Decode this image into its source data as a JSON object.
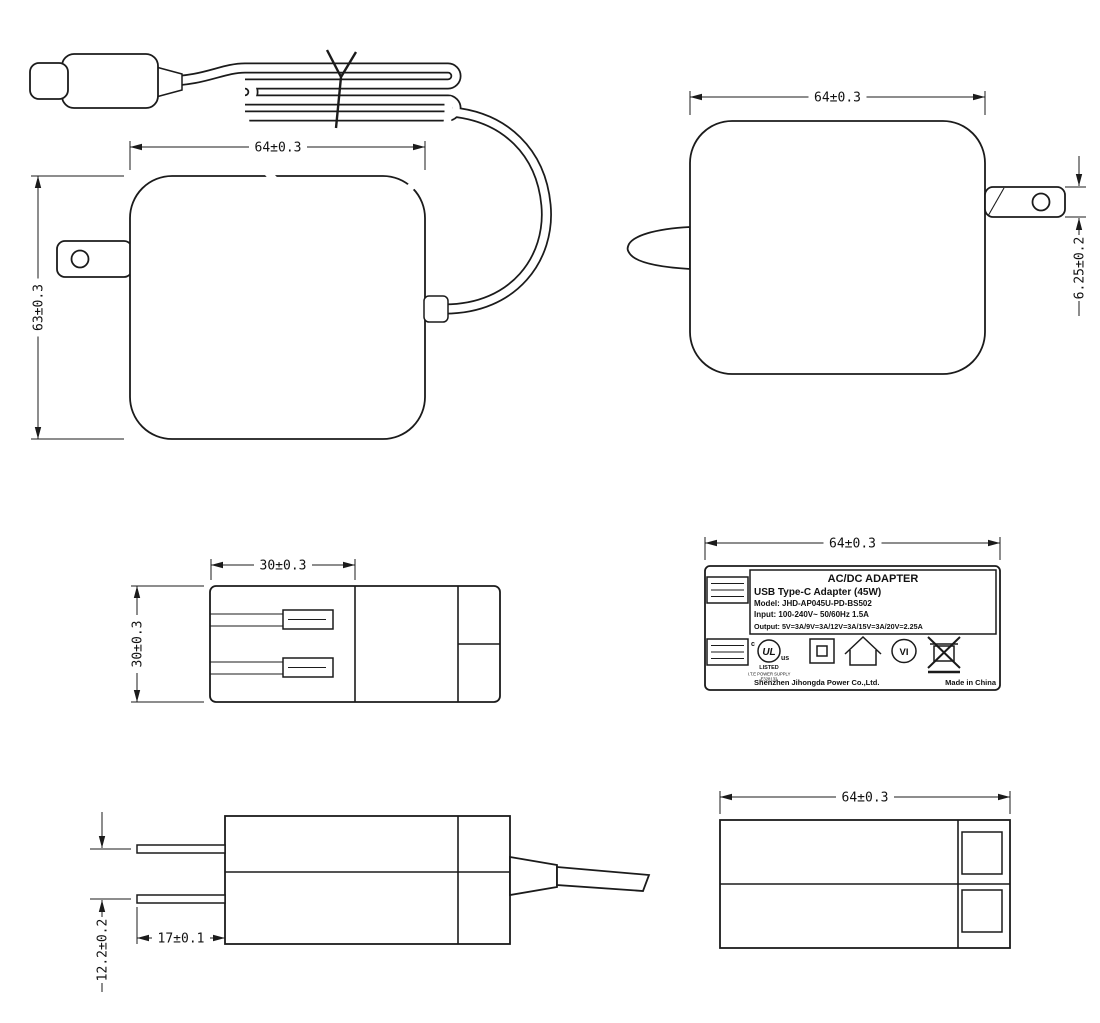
{
  "drawing": {
    "dimensions": {
      "front_width": "64±0.3",
      "front_height": "63±0.3",
      "rear_width": "64±0.3",
      "rear_pin_thickness": "6.25±0.2",
      "top_width": "30±0.3",
      "top_depth": "30±0.3",
      "label_width": "64±0.3",
      "pin_spacing": "12.2±0.2",
      "pin_length": "17±0.1",
      "bottom_width": "64±0.3"
    },
    "label": {
      "line1": "AC/DC ADAPTER",
      "line2": "USB Type-C Adapter (45W)",
      "line3": "Model: JHD-AP045U-PD-BS502",
      "line4": "Input: 100-240V~ 50/60Hz 1.5A",
      "line5": "Output: 5V=3A/9V=3A/12V=3A/15V=3A/20V=2.25A",
      "ul_c": "c",
      "ul_brand": "UL",
      "ul_us": "us",
      "ul_listed": "LISTED",
      "ul_category": "I.T.E POWER SUPPLY",
      "ul_file": "E328132",
      "efficiency_mark": "VI",
      "company": "Shenzhen Jihongda Power Co.,Ltd.",
      "origin": "Made in China"
    }
  }
}
